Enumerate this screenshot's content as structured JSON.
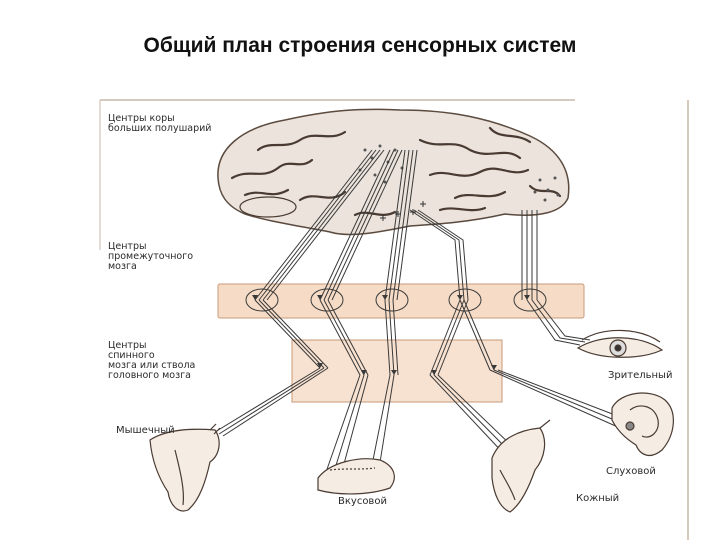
{
  "title": "Общий план строения сенсорных систем",
  "labels": {
    "cortex": [
      "Центры коры",
      "больших полушарий"
    ],
    "diencephalon": [
      "Центры",
      "промежуточного",
      "мозга"
    ],
    "spinal": [
      "Центры",
      "спинного",
      "мозга или ствола",
      "головного мозга"
    ],
    "muscle": "Мышечный",
    "taste": "Вкусовой",
    "skin": "Кожный",
    "hearing": "Слуховой",
    "vision": "Зрительный"
  },
  "colors": {
    "brain_fill": "#ebe3dc",
    "brain_vessels": "#4a3b32",
    "band_fill": "#f6dcc6",
    "band_stroke": "#c89a78",
    "box_fill": "#f7e1d0",
    "nerve": "#3a3a3a",
    "frame": "#c8b8aa"
  }
}
